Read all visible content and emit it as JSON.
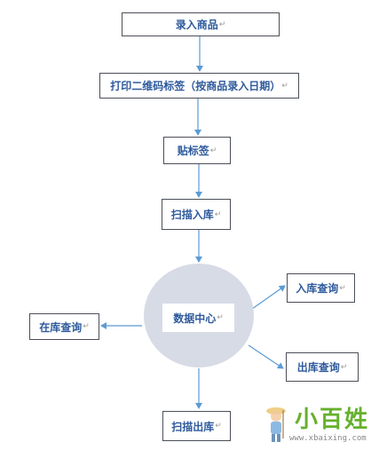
{
  "nodes": {
    "enter_goods": "录入商品",
    "print_label": "打印二维码标签（按商品录入日期）",
    "stick_label": "贴标签",
    "scan_in": "扫描入库",
    "data_center": "数据中心",
    "in_query": "入库查询",
    "stock_query": "在库查询",
    "out_query": "出库查询",
    "scan_out": "扫描出库"
  },
  "return_mark": "↵",
  "watermark": {
    "text": "小百姓",
    "url": "www.xbaixing.com"
  },
  "colors": {
    "arrow": "#5b9bd5",
    "text": "#2e5a9c",
    "border": "#4a4f57",
    "circle": "#d7dbe6",
    "watermark": "#66b02d"
  }
}
